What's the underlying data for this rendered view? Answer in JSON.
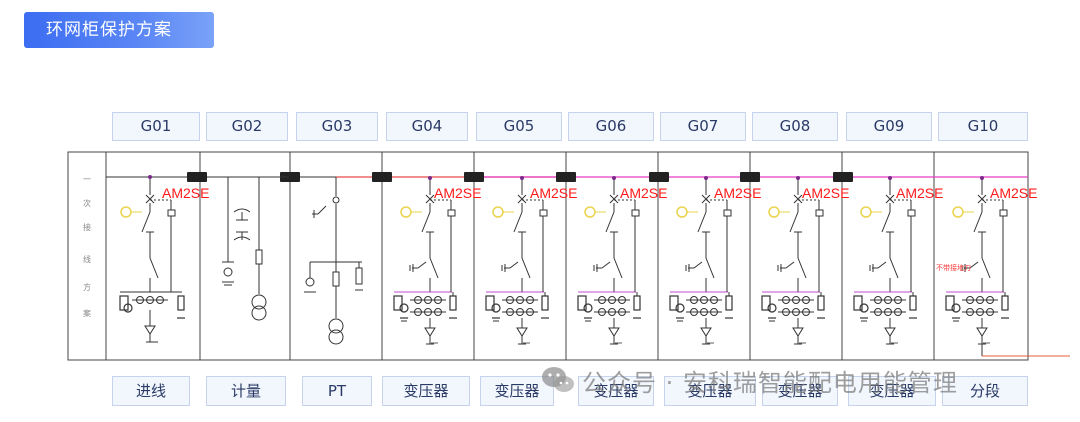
{
  "header": {
    "title": "环网柜保护方案"
  },
  "cabinets": [
    {
      "code": "G01",
      "function": "进线"
    },
    {
      "code": "G02",
      "function": "计量"
    },
    {
      "code": "G03",
      "function": "PT"
    },
    {
      "code": "G04",
      "function": "变压器"
    },
    {
      "code": "G05",
      "function": "变压器"
    },
    {
      "code": "G06",
      "function": "变压器"
    },
    {
      "code": "G07",
      "function": "变压器"
    },
    {
      "code": "G08",
      "function": "变压器"
    },
    {
      "code": "G09",
      "function": "变压器"
    },
    {
      "code": "G10",
      "function": "分段"
    }
  ],
  "diagram": {
    "row_label_chars": [
      "一",
      "次",
      "接",
      "线",
      "方",
      "案"
    ],
    "relay_label": "AM2SE",
    "relay_color": "#ff1a1a",
    "busbar_color": "#e83cc8",
    "note_text": "不带接地刀"
  },
  "watermark": {
    "text": "公众号 · 安科瑞智能配电用能管理"
  }
}
